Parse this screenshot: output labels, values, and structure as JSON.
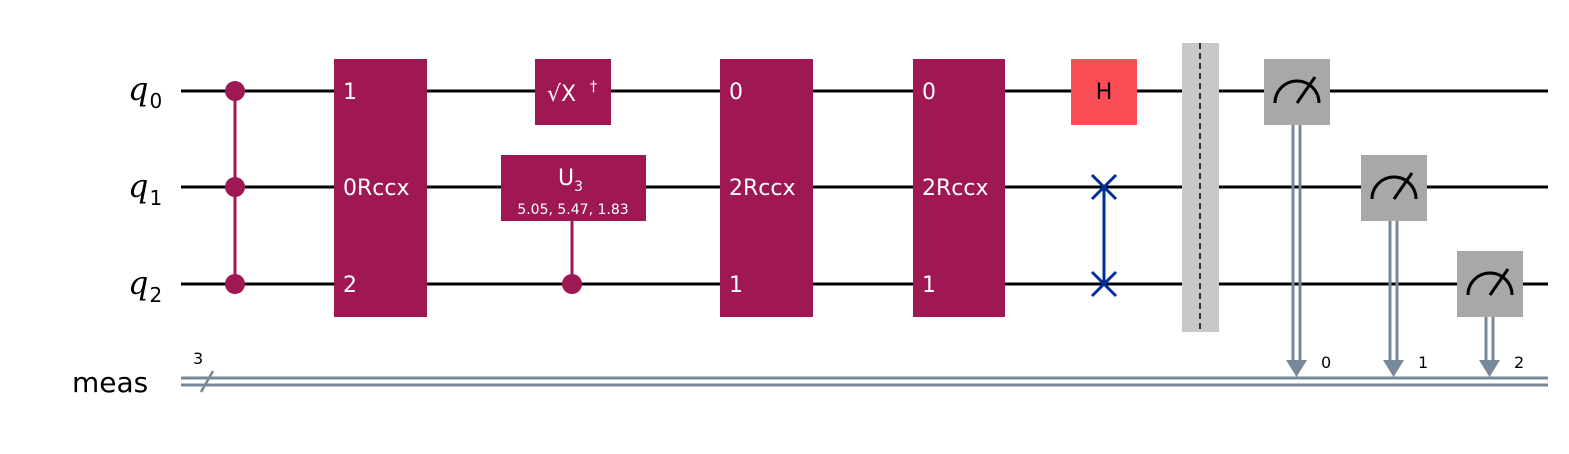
{
  "colors": {
    "wire": "#000000",
    "classical_wire": "#778899",
    "multi_gate": "#9f1853",
    "h_gate": "#fa4d56",
    "swap": "#002d9c",
    "barrier": "#bdbdbd",
    "measure": "#a8a8a8"
  },
  "wires": {
    "q0": {
      "base": "q",
      "sub": "0"
    },
    "q1": {
      "base": "q",
      "sub": "1"
    },
    "q2": {
      "base": "q",
      "sub": "2"
    },
    "meas": {
      "label": "meas",
      "width": "3"
    }
  },
  "gates": {
    "ccz": {
      "type": "controlled-z (3 controls)"
    },
    "rccx1": {
      "q0": "1",
      "q1": "0Rccx",
      "q2": "2"
    },
    "sxdg": {
      "label": "√X",
      "dagger": "†"
    },
    "cu3": {
      "label": "U",
      "sub": "3",
      "params": "5.05, 5.47, 1.83"
    },
    "rccx2": {
      "q0": "0",
      "q1": "2Rccx",
      "q2": "1"
    },
    "rccx3": {
      "q0": "0",
      "q1": "2Rccx",
      "q2": "1"
    },
    "h": {
      "label": "H"
    },
    "swap": {
      "type": "swap"
    },
    "barrier": {
      "type": "barrier"
    },
    "measure_targets": [
      "0",
      "1",
      "2"
    ]
  }
}
